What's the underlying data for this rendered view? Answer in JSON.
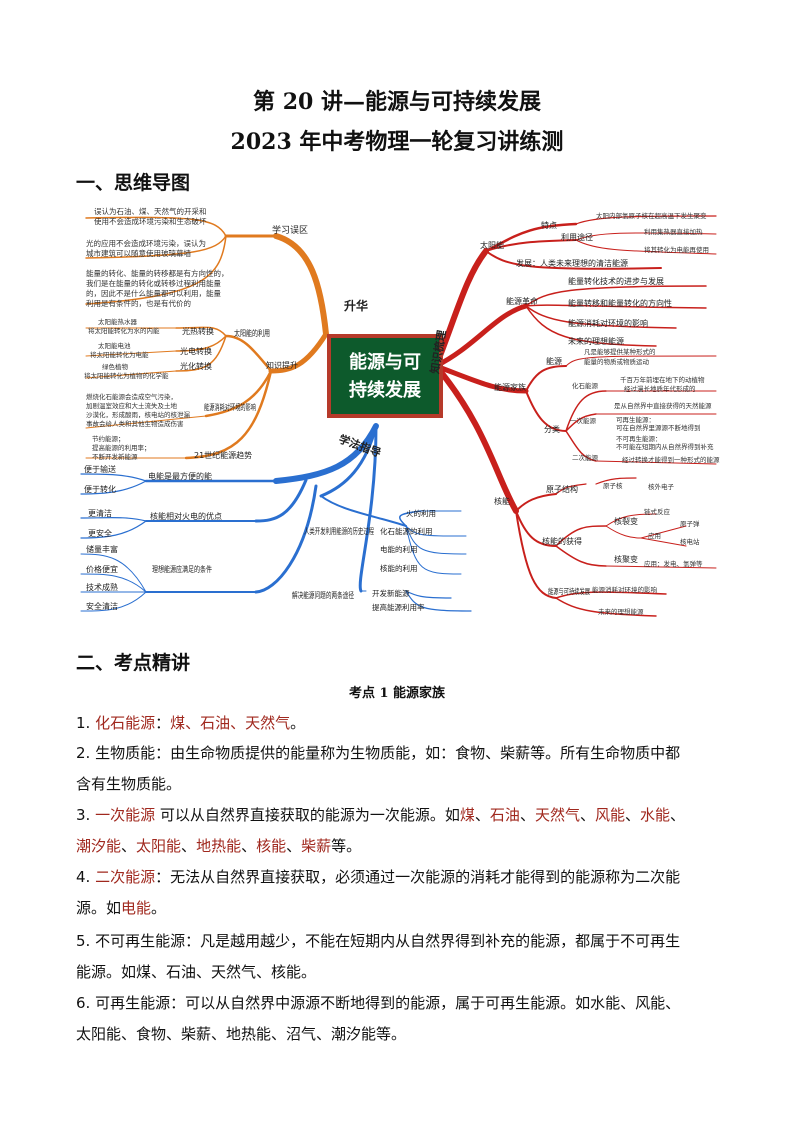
{
  "doc": {
    "title1": "第 20 讲—能源与可持续发展",
    "title2": "2023 年中考物理一轮复习讲练测",
    "section1": "一、思维导图",
    "section2": "二、考点精讲",
    "subsection": "考点 1  能源家族"
  },
  "mindmap": {
    "center_line1": "能源与可",
    "center_line2": "持续发展",
    "branches": {
      "shenghua": "升华",
      "zhishi": "知识梳理",
      "xuefa": "学法指导"
    },
    "left": {
      "xuexi_wuqu": "学习误区",
      "misc1_l1": "误认为石油、煤、天然气的开采和",
      "misc1_l2": "使用不会造成环境污染和生态破坏",
      "misc2_l1": "光的应用不会造成环境污染，误认为",
      "misc2_l2": "城市建筑可以随意使用玻璃幕墙",
      "misc3_l1": "能量的转化、能量的转移都是有方向性的，",
      "misc3_l2": "我们是在能量的转化或转移过程利用能量",
      "misc3_l3": "的，因此不是什么能量都可以利用，能量",
      "misc3_l4": "利用是有条件的，也是有代价的",
      "zhishi_tisheng": "知识提升",
      "taiyangneng_liyong": "太阳能的利用",
      "guangre": "光热转换",
      "guangdian": "光电转换",
      "guanghua": "光化转换",
      "gr_note1": "太阳能热水器",
      "gr_note2": "将太阳能转化为水的内能",
      "gd_note1": "太阳能电池",
      "gd_note2": "将太阳能转化为电能",
      "gh_note1": "绿色植物",
      "gh_note2": "将太阳能转化为植物的化学能",
      "xiaohao": "能源消耗对环境的影响",
      "xh_note1": "燃烧化石能源会造成空气污染，",
      "xh_note2": "加剧温室效应和大土流失及土地",
      "xh_note3": "沙漠化，形成酸雨，核电站的核泄漏",
      "xh_note4": "事故会给人类和其他生物造成伤害",
      "qushi": "21世纪能源趋势",
      "qs_note1": "节约能源；",
      "qs_note2": "提高能源的利用率；",
      "qs_note3": "不断开发新能源",
      "dianneng": "电能是最方便的能",
      "bianyu_shusong": "便于输送",
      "bianyu_zhuanhua": "便于转化",
      "youdian": "核能相对火电的优点",
      "geng_qingjie": "更清洁",
      "geng_anquan": "更安全",
      "lixiang": "理想能源应满足的条件",
      "chuliang": "储量丰富",
      "jiage": "价格便宜",
      "jishu": "技术成熟",
      "anquan_qingjie": "安全清洁",
      "lishi": "人类开发利用能源的历史过程",
      "huo": "火的利用",
      "huashi": "化石能源的利用",
      "dian": "电能的利用",
      "he": "核能的利用",
      "tujing": "解决能源问题的两条途径",
      "kaifa": "开发新能源",
      "tigao": "提高能源利用率"
    },
    "right": {
      "taiyangneng": "太阳能",
      "tedian": "特点",
      "td_note": "太阳内部氢原子核在超高温下发生聚变",
      "liyong": "利用途径",
      "ly_note1": "利用集热器直接加热",
      "ly_note2": "将其转化为电能再使用",
      "fazhan": "发展：人类未来理想的清洁能源",
      "geming": "能源革命",
      "gm1": "能量转化技术的进步与发展",
      "gm2": "能量转移和能量转化的方向性",
      "gm3": "能源消耗对环境的影响",
      "gm4": "未来的理想能源",
      "jiazu": "能源家族",
      "nengyuan": "能源",
      "ny_note1": "凡是能够提供某种形式的",
      "ny_note2": "能量的物质或物质运动",
      "fenlei": "分类",
      "huashi_ny": "化石能源",
      "hs_note1": "千百万年前埋在地下的动植物",
      "hs_note2": "经过漫长地质年代形成的",
      "yici": "一次能源",
      "yc_note": "是从自然界中直接获得的天然能源",
      "kezaisheng": "可再生能源：",
      "kzs_note": "可在自然界里源源不断地得到",
      "bukezaisheng": "不可再生能源：",
      "bkzs_note": "不可能在短期内从自然界得到补充",
      "erci": "二次能源",
      "ec_note": "经过转换才能得到一种形式的能源",
      "heneng": "核能",
      "yuanzi": "原子结构",
      "yuanzihe": "原子核",
      "hewai": "核外电子",
      "huode": "核能的获得",
      "heliebian": "核裂变",
      "lianshi": "链式反应",
      "yingyong": "应用",
      "yuanzidan": "原子弹",
      "hedianzhan": "核电站",
      "hejubian": "核聚变",
      "jb_yy": "应用：发电、氢弹等",
      "kechixu": "能源与可持续发展",
      "kcx1": "能源消耗对环境的影响",
      "kcx2": "未来的理想能源"
    }
  },
  "points": {
    "p1_pre": "1. ",
    "p1_label": "化石能源",
    "p1_colon": "：",
    "p1_items": "煤、石油、天然气",
    "p1_end": "。",
    "p2_l1": "2. 生物质能：由生命物质提供的能量称为生物质能，如：食物、柴薪等。所有生命物质中都",
    "p2_l2": "含有生物质能。",
    "p3_pre": "3. ",
    "p3_label": "一次能源",
    "p3_mid": " 可以从自然界直接获取的能源为一次能源。如",
    "p3_a": "煤",
    "p3_b": "石油",
    "p3_c": "天然气",
    "p3_d": "风能",
    "p3_e": "水能",
    "p3_f": "潮汐能",
    "p3_g": "太阳能",
    "p3_h": "地热能",
    "p3_i": "核能",
    "p3_j": "柴薪",
    "p3_end": "等。",
    "sep": "、",
    "p4_pre": "4. ",
    "p4_label": "二次能源",
    "p4_mid": "：无法从自然界直接获取，必须通过一次能源的消耗才能得到的能源称为二次能",
    "p4_l2a": "源。如",
    "p4_l2b": "电能",
    "p4_l2c": "。",
    "p5_l1": "5. 不可再生能源：凡是越用越少，不能在短期内从自然界得到补充的能源，都属于不可再生",
    "p5_l2": "能源。如煤、石油、天然气、核能。",
    "p6_l1": "6. 可再生能源：可以从自然界中源源不断地得到的能源，属于可再生能源。如水能、风能、",
    "p6_l2": "太阳能、食物、柴薪、地热能、沼气、潮汐能等。"
  },
  "colors": {
    "accent_red": "#a0281e",
    "orange_branch": "#e07a1f",
    "red_branch": "#c8201c",
    "blue_branch": "#2a6fd0",
    "center_bg": "#0d5a2c"
  }
}
